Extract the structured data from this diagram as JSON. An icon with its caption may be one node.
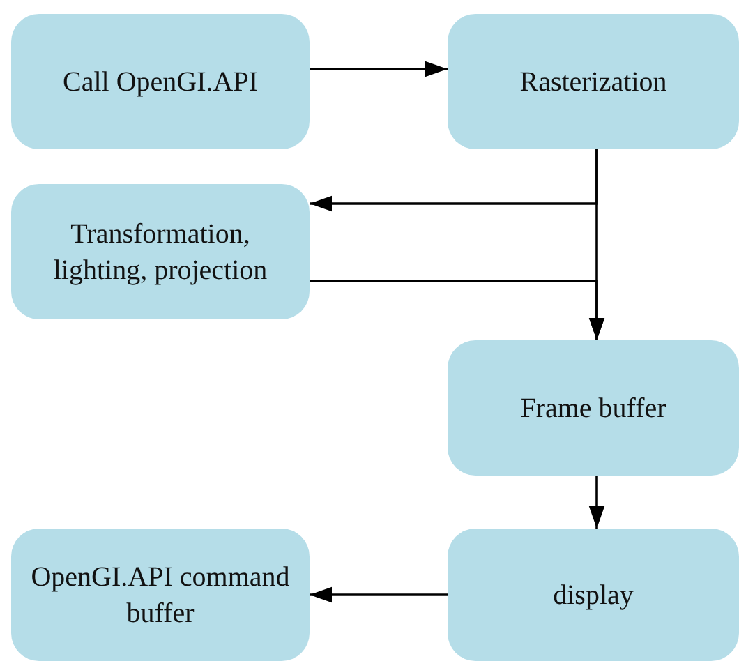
{
  "diagram": {
    "nodes": [
      {
        "text": [
          "Call OpenGI.API"
        ]
      },
      {
        "text": [
          "Rasterization"
        ]
      },
      {
        "text": [
          "Transformation, lighting, projection"
        ]
      },
      {
        "text": [
          "Frame buffer"
        ]
      },
      {
        "text": [
          "OpenGI.API command buffer"
        ]
      },
      {
        "text": [
          "display"
        ]
      }
    ],
    "edges": [
      {
        "from": 0,
        "to": 1,
        "arrow": "to"
      },
      {
        "from": 1,
        "to": 2,
        "arrow": "to"
      },
      {
        "from": 1,
        "to": 3,
        "arrow": "to"
      },
      {
        "from": 2,
        "to": 3,
        "arrow": "to"
      },
      {
        "from": 3,
        "to": 5,
        "arrow": "to"
      },
      {
        "from": 5,
        "to": 4,
        "arrow": "to"
      }
    ]
  }
}
